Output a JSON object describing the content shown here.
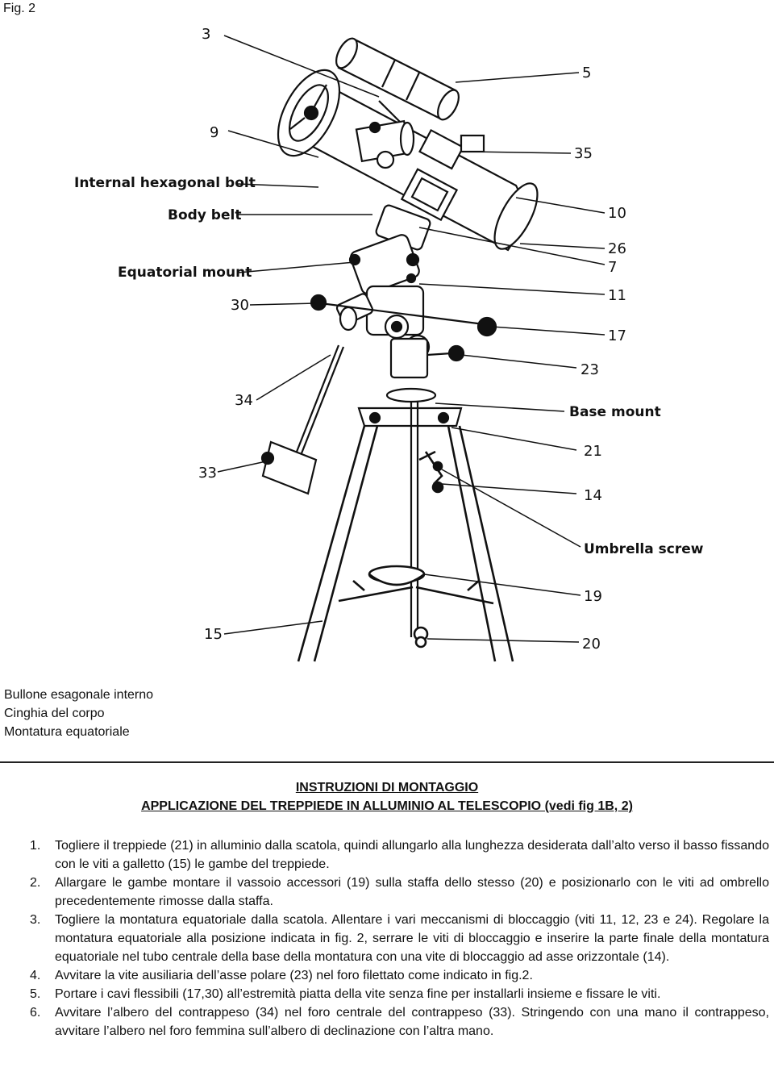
{
  "figure_label": "Fig. 2",
  "diagram": {
    "callouts_left": [
      "3",
      "9",
      "Internal hexagonal bolt",
      "Body belt",
      "Equatorial mount",
      "30",
      "34",
      "33",
      "15"
    ],
    "callouts_right": [
      "5",
      "35",
      "10",
      "26",
      "7",
      "11",
      "17",
      "23",
      "Base mount",
      "21",
      "14",
      "Umbrella screw",
      "19",
      "20"
    ]
  },
  "legend": [
    "Bullone esagonale interno",
    "Cinghia del corpo",
    "Montatura equatoriale"
  ],
  "heading": "INSTRUZIONI DI MONTAGGIO",
  "subheading": "APPLICAZIONE DEL TREPPIEDE IN ALLUMINIO AL TELESCOPIO (vedi fig 1B, 2)",
  "steps": [
    {
      "num": "1.",
      "text": "Togliere il treppiede (21) in alluminio dalla scatola, quindi allungarlo alla lunghezza desiderata dall’alto verso il basso fissando con le viti a galletto (15) le gambe del treppiede."
    },
    {
      "num": "2.",
      "text": "Allargare le gambe montare il vassoio accessori (19) sulla staffa dello stesso (20) e posizionarlo con le viti ad ombrello precedentemente rimosse dalla staffa."
    },
    {
      "num": "3.",
      "text": "Togliere la montatura equatoriale dalla scatola. Allentare i vari meccanismi di bloccaggio (viti 11, 12, 23 e 24). Regolare la montatura equatoriale alla posizione indicata in fig. 2, serrare le viti di bloccaggio e inserire la parte finale della montatura equatoriale nel tubo centrale della base della montatura con una vite di bloccaggio ad asse orizzontale (14)."
    },
    {
      "num": "4.",
      "text": "Avvitare la vite ausiliaria dell’asse polare (23) nel foro filettato come indicato in fig.2."
    },
    {
      "num": "5.",
      "text": "Portare i cavi flessibili (17,30) all’estremità piatta della vite senza fine per installarli insieme e fissare le viti."
    },
    {
      "num": "6.",
      "text": "Avvitare l’albero del contrappeso (34) nel foro centrale del contrappeso (33). Stringendo con una mano il contrappeso, avvitare l’albero nel foro femmina sull’albero di declinazione con l’altra mano."
    }
  ]
}
